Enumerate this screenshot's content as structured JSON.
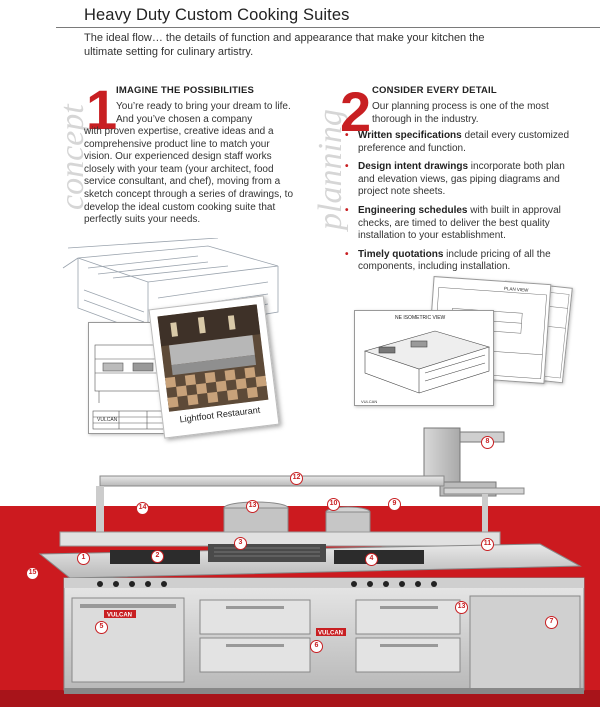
{
  "header": {
    "title": "Heavy Duty Custom Cooking Suites",
    "intro": "The ideal flow… the details of function and appearance that make your kitchen the ultimate setting for culinary artistry."
  },
  "concept": {
    "watermark": "concept",
    "number": "1",
    "heading": "IMAGINE THE POSSIBILITIES",
    "text_lead": "You’re ready to bring your dream to life. And you’ve chosen a company",
    "text_rest": "with proven expertise, creative ideas and a comprehensive product line to match your vision. Our experienced design staff works closely with your team (your architect, food service consultant, and chef), moving from a sketch concept through a series of drawings, to develop the ideal custom cooking suite that perfectly suits your needs.",
    "photo_caption": "Lightfoot Restaurant"
  },
  "planning": {
    "watermark": "planning",
    "number": "2",
    "heading": "CONSIDER EVERY DETAIL",
    "text": "Our planning process is one of the most thorough in the industry.",
    "bullets": [
      {
        "bold": "Written specifications",
        "rest": " detail every customized preference and function."
      },
      {
        "bold": "Design intent drawings",
        "rest": " incorporate both plan and elevation views, gas piping diagrams and project note sheets."
      },
      {
        "bold": "Engineering schedules",
        "rest": " with built in approval checks, are timed to deliver the best quality installation to your establishment."
      },
      {
        "bold": "Timely quotations",
        "rest": " include pricing of all the components, including installation."
      }
    ],
    "drawing_label": "NE ISOMETRIC VIEW",
    "plan_label": "PLAN VIEW"
  },
  "product": {
    "brand": "VULCAN",
    "callouts": [
      "1",
      "2",
      "3",
      "4",
      "5",
      "6",
      "7",
      "8",
      "9",
      "10",
      "11",
      "12",
      "13",
      "13",
      "14",
      "15"
    ]
  },
  "colors": {
    "accent": "#c81f22",
    "band": "#cc1a1f"
  }
}
